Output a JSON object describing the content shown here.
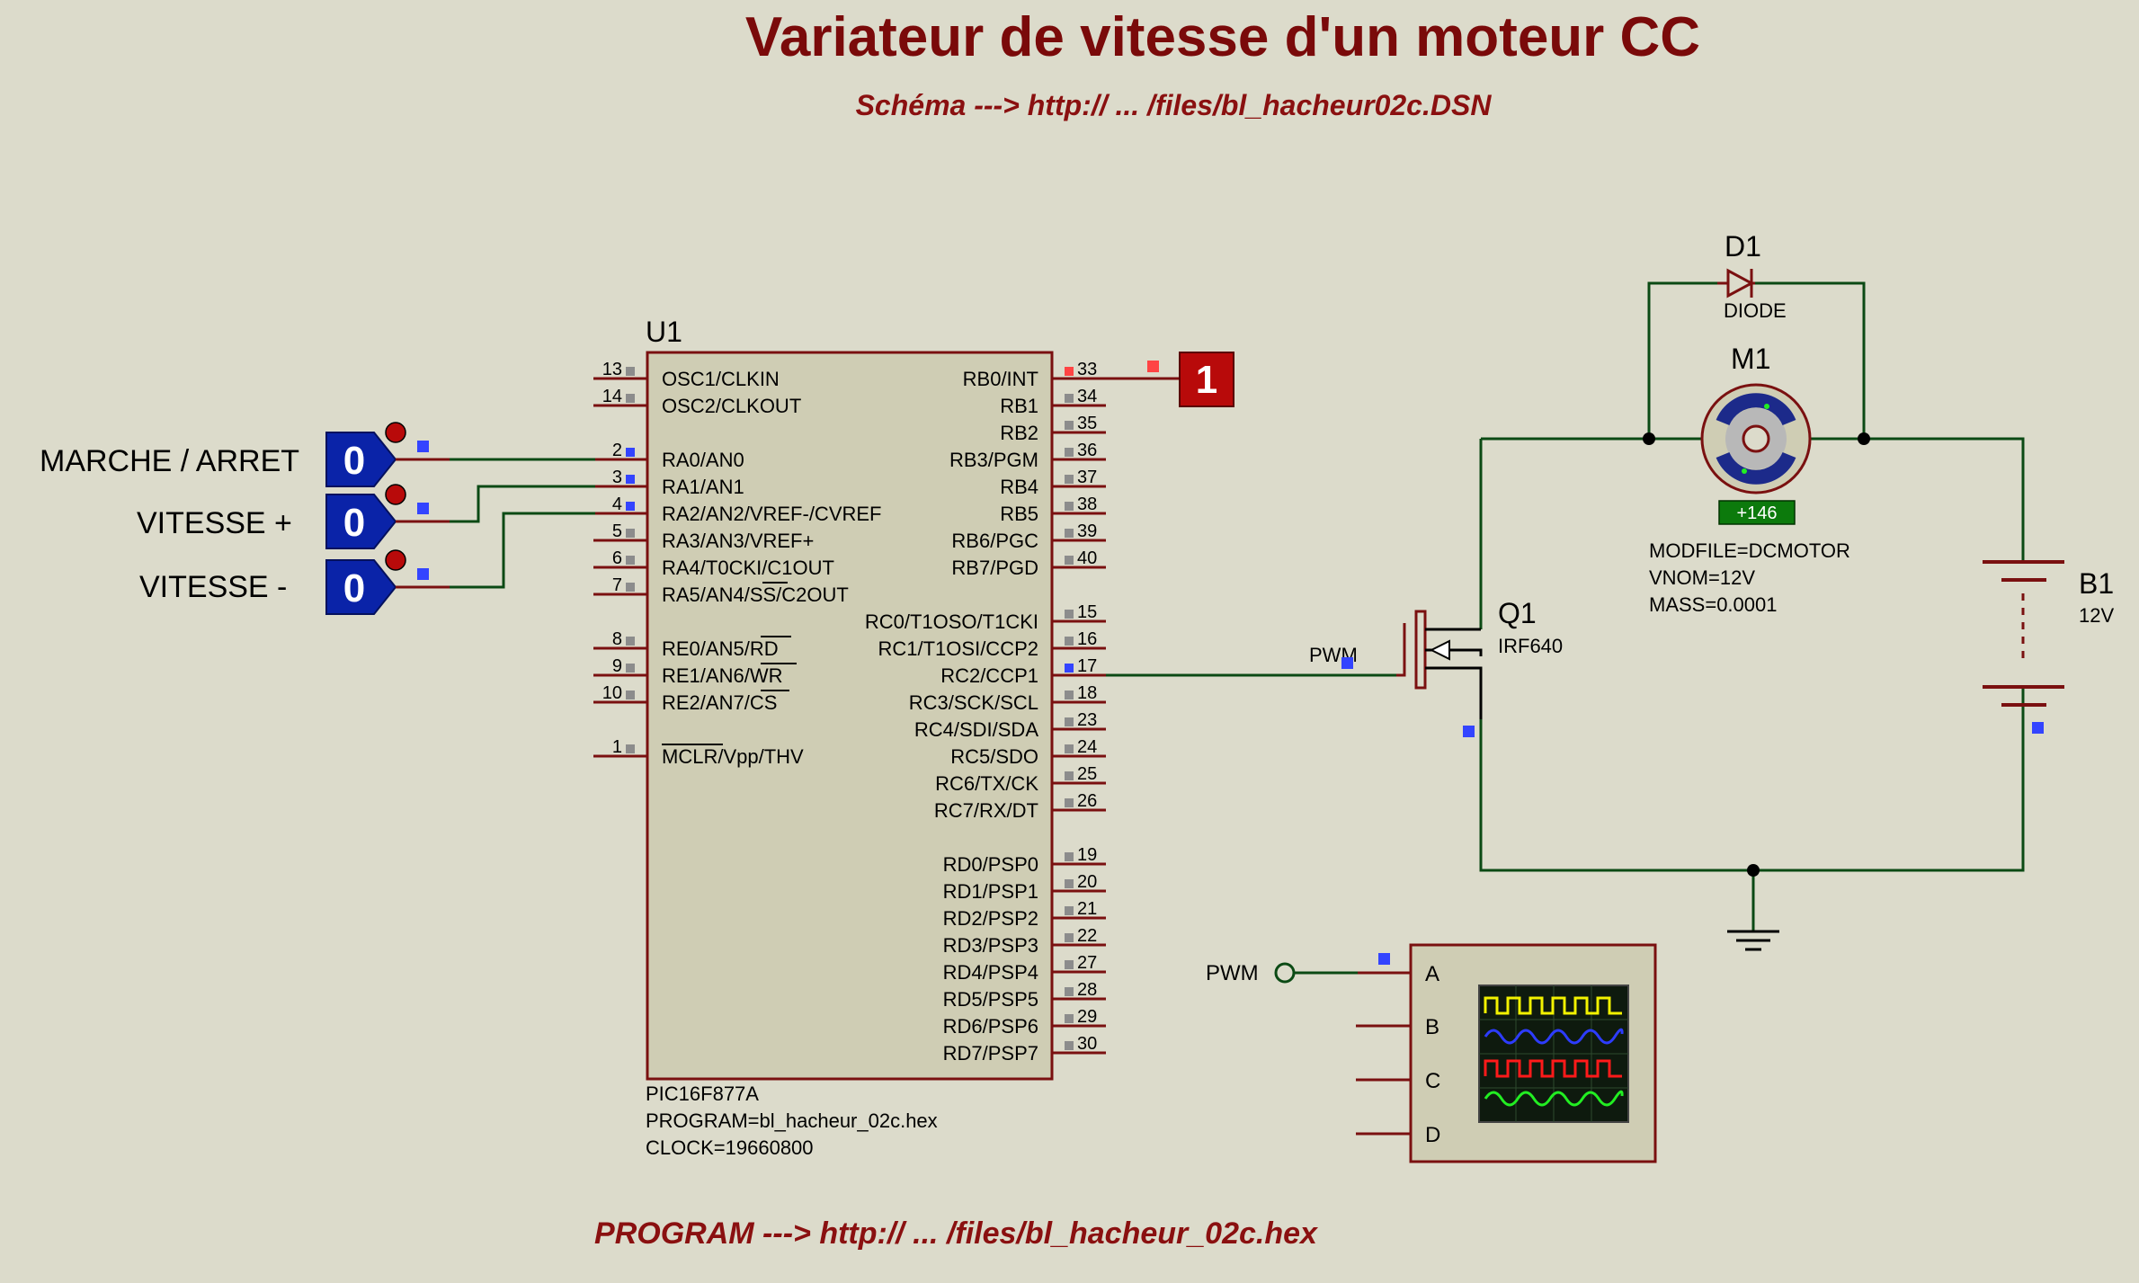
{
  "title": "Variateur de vitesse d'un moteur CC",
  "schema_link": "Schéma ---> http:// ... /files/bl_hacheur02c.DSN",
  "program_link": "PROGRAM ---> http:// ... /files/bl_hacheur_02c.hex",
  "mcu": {
    "ref": "U1",
    "part": "PIC16F877A",
    "program": "PROGRAM=bl_hacheur_02c.hex",
    "clock": "CLOCK=19660800",
    "left_pins": [
      {
        "num": "13",
        "name": "OSC1/CLKIN"
      },
      {
        "num": "14",
        "name": "OSC2/CLKOUT"
      },
      {
        "num": "2",
        "name": "RA0/AN0"
      },
      {
        "num": "3",
        "name": "RA1/AN1"
      },
      {
        "num": "4",
        "name": "RA2/AN2/VREF-/CVREF"
      },
      {
        "num": "5",
        "name": "RA3/AN3/VREF+"
      },
      {
        "num": "6",
        "name": "RA4/T0CKI/C1OUT"
      },
      {
        "num": "7",
        "name": "RA5/AN4/SS/C2OUT"
      },
      {
        "num": "8",
        "name": "RE0/AN5/RD"
      },
      {
        "num": "9",
        "name": "RE1/AN6/WR"
      },
      {
        "num": "10",
        "name": "RE2/AN7/CS"
      },
      {
        "num": "1",
        "name": "MCLR/Vpp/THV"
      }
    ],
    "right_pins": [
      {
        "num": "33",
        "name": "RB0/INT"
      },
      {
        "num": "34",
        "name": "RB1"
      },
      {
        "num": "35",
        "name": "RB2"
      },
      {
        "num": "36",
        "name": "RB3/PGM"
      },
      {
        "num": "37",
        "name": "RB4"
      },
      {
        "num": "38",
        "name": "RB5"
      },
      {
        "num": "39",
        "name": "RB6/PGC"
      },
      {
        "num": "40",
        "name": "RB7/PGD"
      },
      {
        "num": "15",
        "name": "RC0/T1OSO/T1CKI"
      },
      {
        "num": "16",
        "name": "RC1/T1OSI/CCP2"
      },
      {
        "num": "17",
        "name": "RC2/CCP1"
      },
      {
        "num": "18",
        "name": "RC3/SCK/SCL"
      },
      {
        "num": "23",
        "name": "RC4/SDI/SDA"
      },
      {
        "num": "24",
        "name": "RC5/SDO"
      },
      {
        "num": "25",
        "name": "RC6/TX/CK"
      },
      {
        "num": "26",
        "name": "RC7/RX/DT"
      },
      {
        "num": "19",
        "name": "RD0/PSP0"
      },
      {
        "num": "20",
        "name": "RD1/PSP1"
      },
      {
        "num": "21",
        "name": "RD2/PSP2"
      },
      {
        "num": "22",
        "name": "RD3/PSP3"
      },
      {
        "num": "27",
        "name": "RD4/PSP4"
      },
      {
        "num": "28",
        "name": "RD5/PSP5"
      },
      {
        "num": "29",
        "name": "RD6/PSP6"
      },
      {
        "num": "30",
        "name": "RD7/PSP7"
      }
    ]
  },
  "inputs": [
    {
      "label": "MARCHE / ARRET",
      "state": "0"
    },
    {
      "label": "VITESSE +",
      "state": "0"
    },
    {
      "label": "VITESSE -",
      "state": "0"
    }
  ],
  "output_probe": {
    "state": "1"
  },
  "diode": {
    "ref": "D1",
    "type": "DIODE"
  },
  "motor": {
    "ref": "M1",
    "readout": "+146",
    "params": [
      "MODFILE=DCMOTOR",
      "VNOM=12V",
      "MASS=0.0001"
    ]
  },
  "mosfet": {
    "ref": "Q1",
    "part": "IRF640",
    "gate_label": "PWM"
  },
  "battery": {
    "ref": "B1",
    "voltage": "12V"
  },
  "scope": {
    "terminal_label": "PWM",
    "channels": [
      "A",
      "B",
      "C",
      "D"
    ]
  },
  "colors": {
    "background": "#dcdbcb",
    "title": "#7a0a0a",
    "wire": "#0b4a14",
    "component": "#7a1010",
    "chip_fill": "#cfcdb4",
    "logic_blue": "#0a23a8",
    "logic_red": "#b80a0a",
    "trace_yellow": "#f2f200",
    "trace_blue": "#2d3cff",
    "trace_red": "#ff1a1a",
    "trace_green": "#22ee22"
  }
}
